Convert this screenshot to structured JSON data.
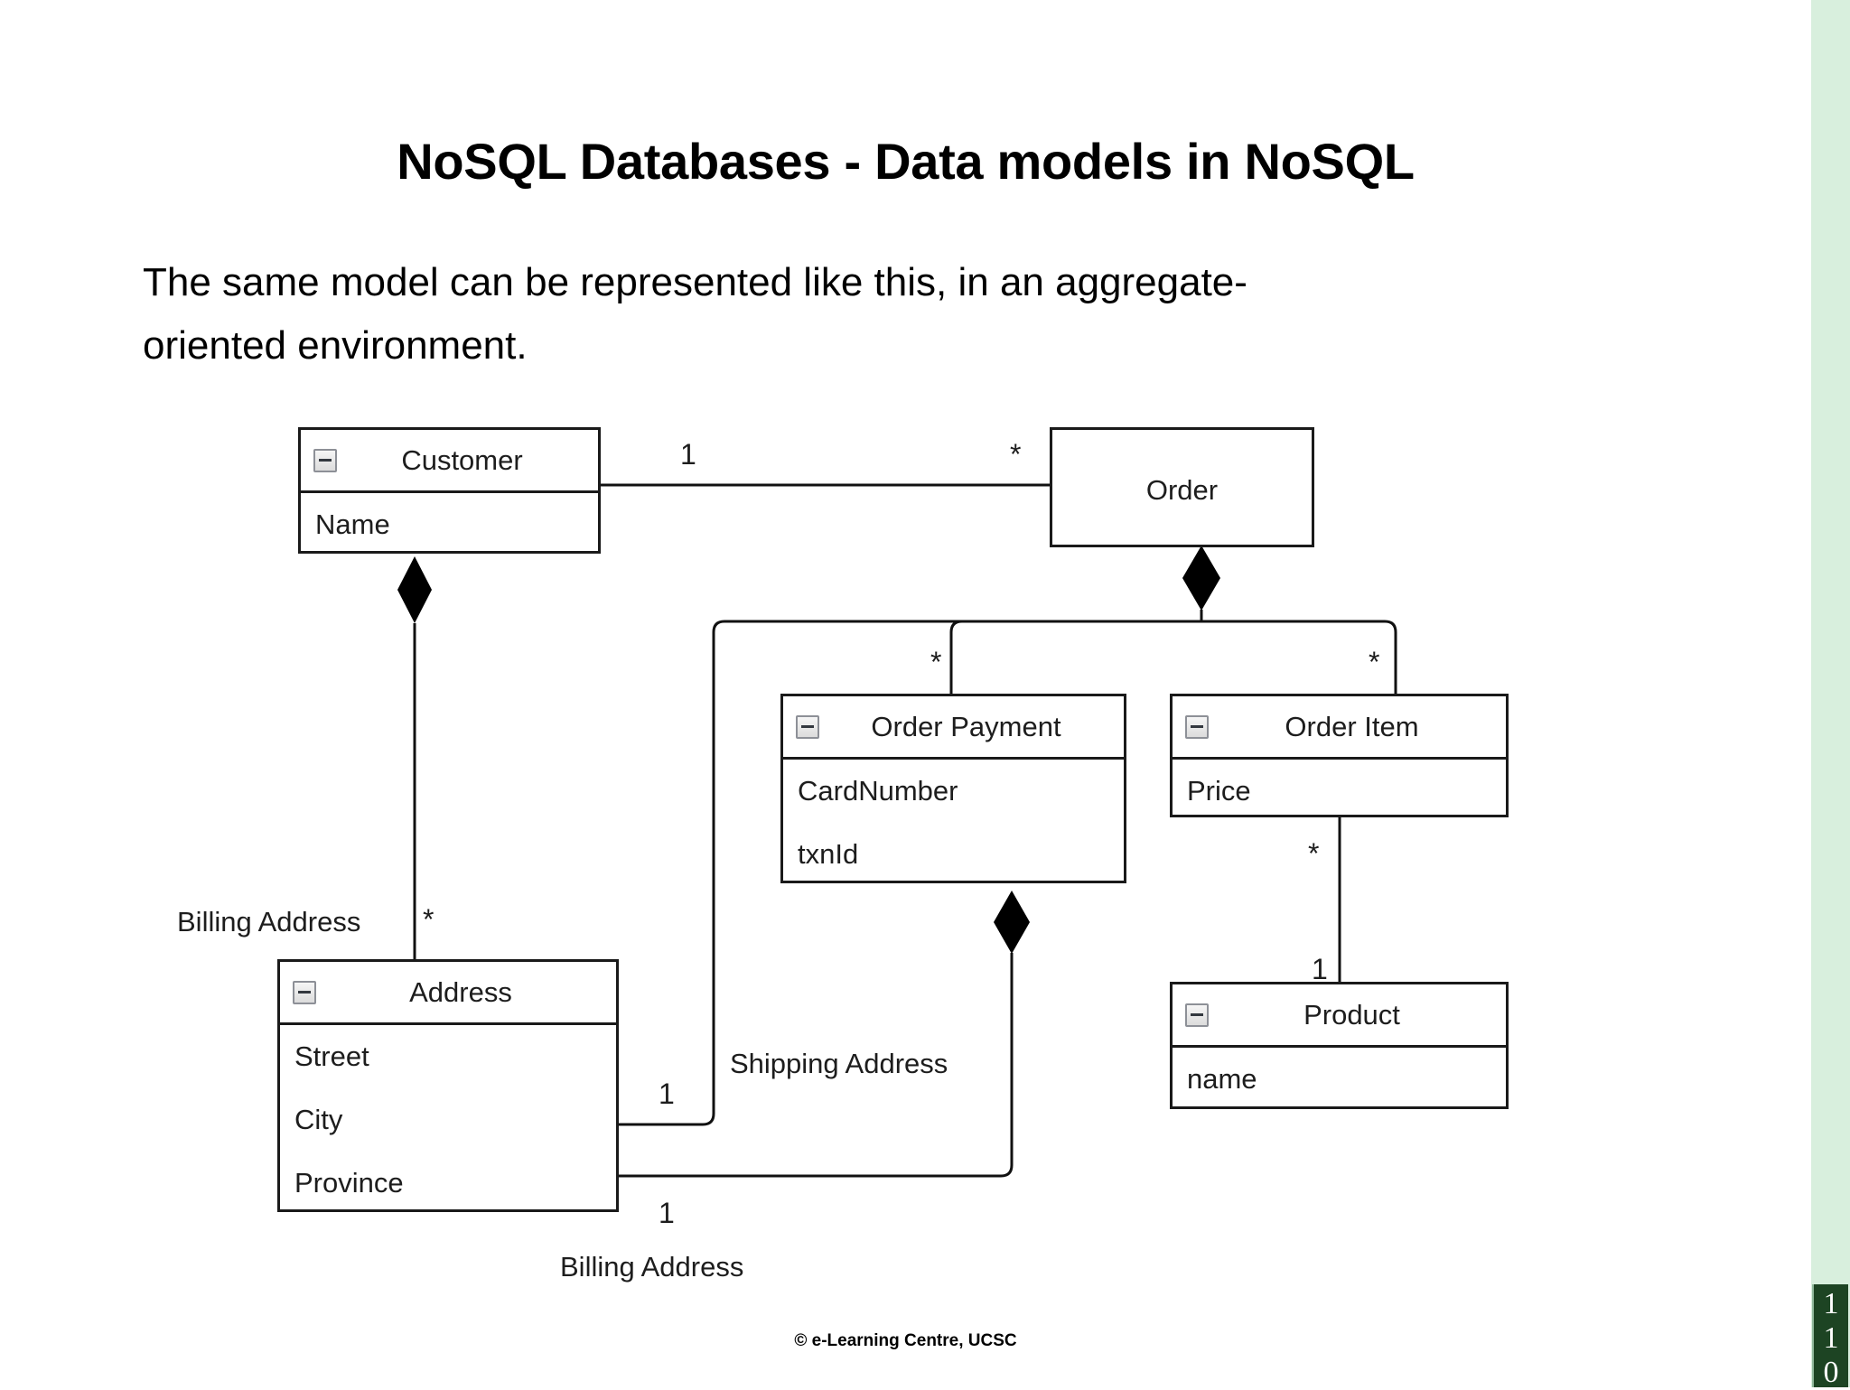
{
  "slide": {
    "title": "NoSQL Databases - Data models in NoSQL",
    "body_line1": "The same model can be represented like this, in an aggregate-",
    "body_line2": "oriented environment.",
    "footer": "© e-Learning Centre, UCSC",
    "page_number_digits": [
      "1",
      "1",
      "0"
    ],
    "accent_strip_color": "#d8efdd",
    "page_badge_color": "#1d4423"
  },
  "diagram": {
    "type": "uml-class-diagram",
    "classes": [
      {
        "id": "customer",
        "name": "Customer",
        "has_collapse_icon": true,
        "attributes": [
          "Name"
        ]
      },
      {
        "id": "order",
        "name": "Order",
        "has_collapse_icon": false,
        "attributes": []
      },
      {
        "id": "order-payment",
        "name": "Order Payment",
        "has_collapse_icon": true,
        "attributes": [
          "CardNumber",
          "txnId"
        ]
      },
      {
        "id": "order-item",
        "name": "Order Item",
        "has_collapse_icon": true,
        "attributes": [
          "Price"
        ]
      },
      {
        "id": "product",
        "name": "Product",
        "has_collapse_icon": true,
        "attributes": [
          "name"
        ]
      },
      {
        "id": "address",
        "name": "Address",
        "has_collapse_icon": true,
        "attributes": [
          "Street",
          "City",
          "Province"
        ]
      }
    ],
    "relationships": [
      {
        "id": "customer-order",
        "from": "Customer",
        "to": "Order",
        "kind": "association",
        "source_multiplicity": "1",
        "target_multiplicity": "*"
      },
      {
        "id": "customer-address",
        "from": "Customer",
        "to": "Address",
        "kind": "composition",
        "role_label": "Billing Address",
        "target_multiplicity": "*"
      },
      {
        "id": "order-orderpayment",
        "from": "Order",
        "to": "Order Payment",
        "kind": "composition",
        "target_multiplicity": "*"
      },
      {
        "id": "order-orderitem",
        "from": "Order",
        "to": "Order Item",
        "kind": "composition",
        "target_multiplicity": "*"
      },
      {
        "id": "order-address-shipping",
        "from": "Order",
        "to": "Address",
        "kind": "composition",
        "role_label": "Shipping Address",
        "target_multiplicity": "1"
      },
      {
        "id": "orderpayment-address-billing",
        "from": "Order Payment",
        "to": "Address",
        "kind": "composition",
        "role_label": "Billing Address",
        "target_multiplicity": "1"
      },
      {
        "id": "orderitem-product",
        "from": "Order Item",
        "to": "Product",
        "kind": "association",
        "source_multiplicity": "*",
        "target_multiplicity": "1"
      }
    ],
    "multiplicity_labels": {
      "customer_to_order_src": "1",
      "customer_to_order_tgt": "*",
      "order_to_payment": "*",
      "order_to_item": "*",
      "customer_to_address": "*",
      "order_to_shipping_address": "1",
      "payment_to_billing_address": "1",
      "item_to_product_src": "*",
      "item_to_product_tgt": "1"
    },
    "role_labels": {
      "customer_address": "Billing Address",
      "shipping_address": "Shipping Address",
      "billing_address_bottom": "Billing Address"
    }
  }
}
